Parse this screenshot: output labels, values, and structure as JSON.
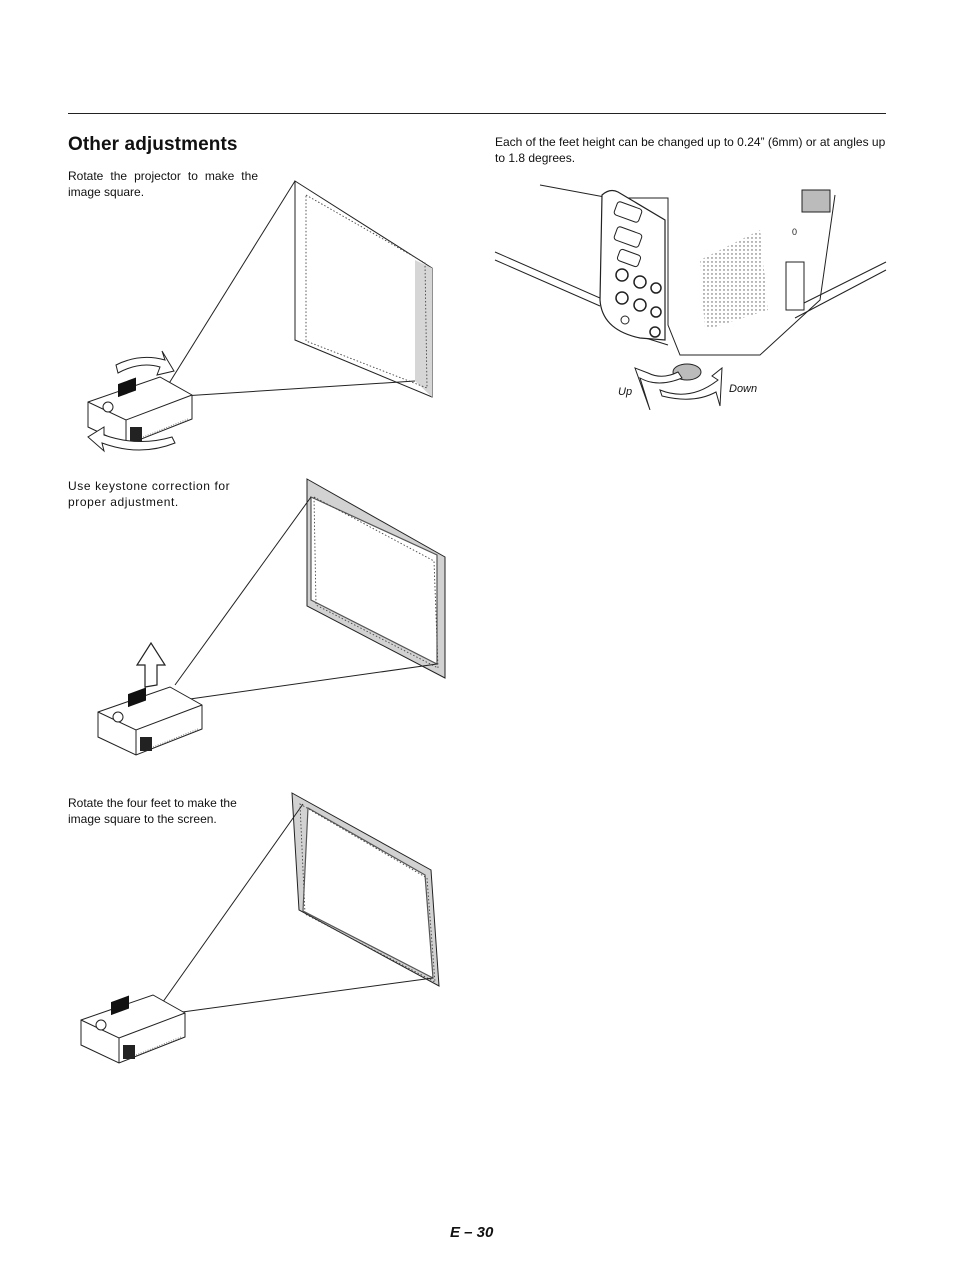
{
  "section": {
    "title": "Other adjustments"
  },
  "instructions": {
    "rotate_projector": "Rotate the projector to make the image square.",
    "keystone": "Use keystone correction for proper adjustment.",
    "rotate_feet": "Rotate the four feet to make the image square to the screen.",
    "feet_height": "Each of the feet height can be changed up to 0.24” (6mm) or at angles up to 1.8 degrees."
  },
  "figure_labels": {
    "up": "Up",
    "down": "Down"
  },
  "footer": {
    "page_number": "E – 30"
  }
}
